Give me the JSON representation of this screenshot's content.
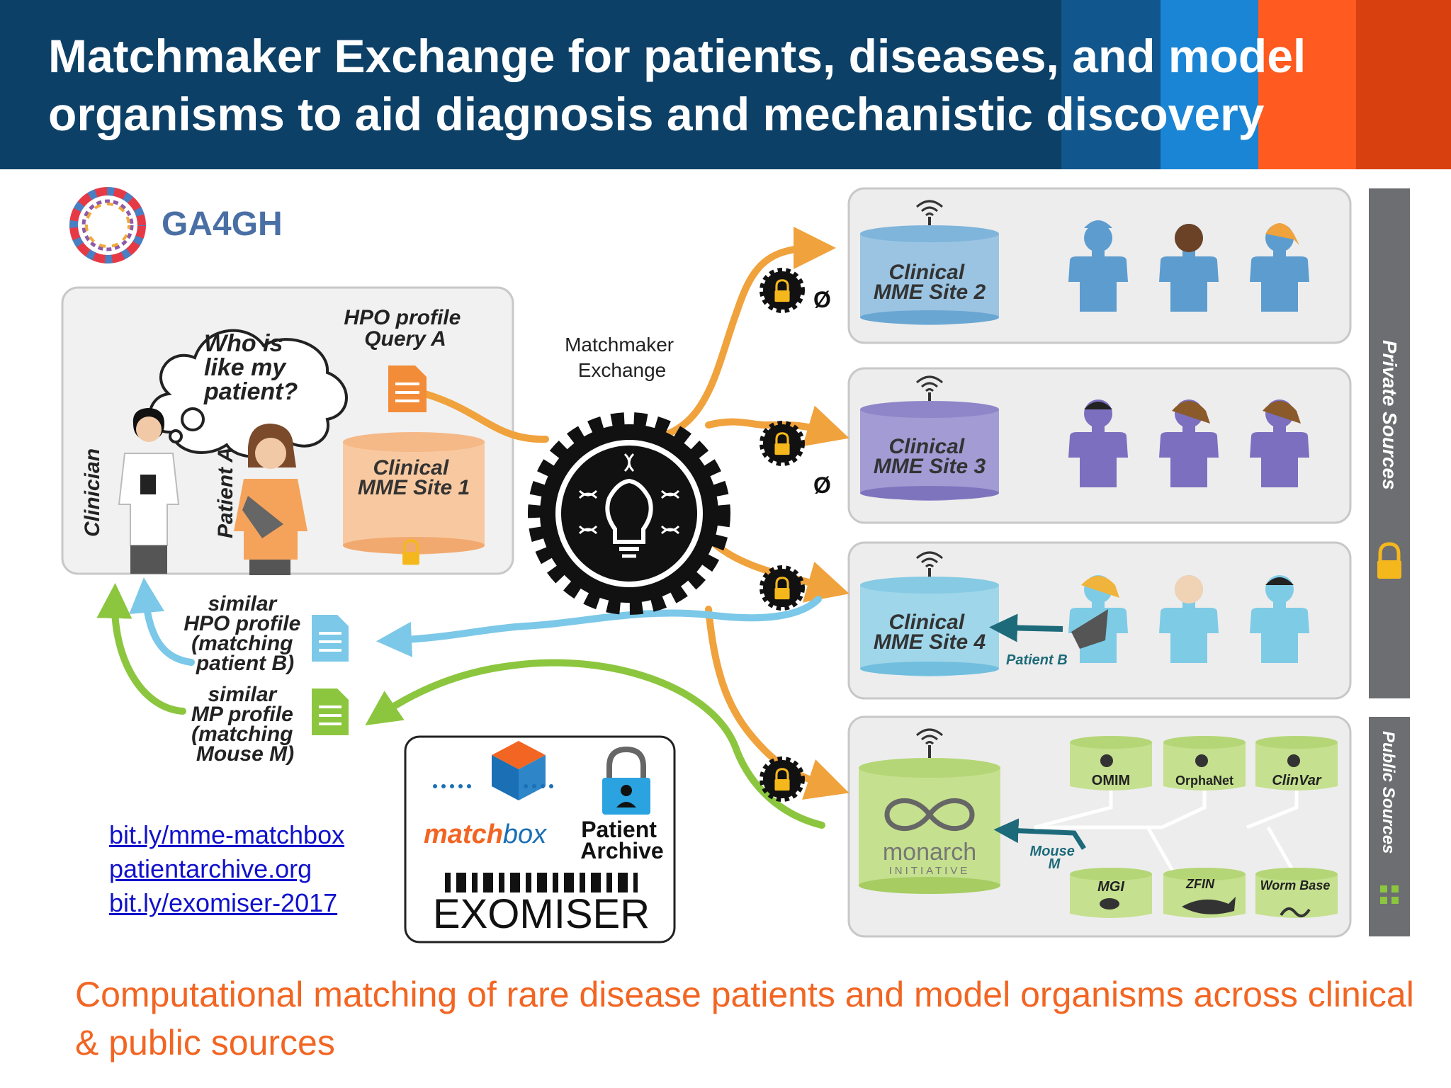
{
  "slide": {
    "title_line1": "Matchmaker Exchange for patients, diseases, and model",
    "title_line2": "organisms to aid diagnosis and mechanistic discovery",
    "caption": "Computational matching of rare disease patients and model organisms across clinical & public sources",
    "header_colors": [
      "#0d4066",
      "#11568c",
      "#1a85d4",
      "#ff5a1f",
      "#d94010"
    ]
  },
  "logos": {
    "ga4gh": "GA4GH",
    "matchbox_bold": "match",
    "matchbox_light": "box",
    "patient_archive": [
      "Patient",
      "Archive"
    ],
    "exomiser": "EXOMISER",
    "monarch": "monarch",
    "monarch_sub": "INITIATIVE"
  },
  "links": [
    "bit.ly/mme-matchbox",
    "patientarchive.org",
    "bit.ly/exomiser-2017"
  ],
  "diagram": {
    "thought_bubble": [
      "Who is",
      "like my",
      "patient?"
    ],
    "query_label": [
      "HPO profile",
      "Query A"
    ],
    "clinician_label": "Clinician",
    "patient_a_label": "Patient A",
    "site1": [
      "Clinical",
      "MME Site 1"
    ],
    "exchange_label": [
      "Matchmaker",
      "Exchange"
    ],
    "similar_hpo": [
      "similar",
      "HPO profile",
      "(matching",
      "patient B)"
    ],
    "similar_mp": [
      "similar",
      "MP profile",
      "(matching",
      "Mouse M)"
    ],
    "site2": [
      "Clinical",
      "MME Site 2"
    ],
    "site3": [
      "Clinical",
      "MME Site 3"
    ],
    "site4": [
      "Clinical",
      "MME Site 4"
    ],
    "patient_b_label": "Patient B",
    "mouse_label": [
      "Mouse",
      "M"
    ],
    "public_dbs_top": [
      "OMIM",
      "OrphaNet",
      "ClinVar"
    ],
    "public_dbs_bottom": [
      "MGI",
      "ZFIN",
      "Worm Base"
    ],
    "private_sources_label": "Private Sources",
    "public_sources_label": "Public Sources",
    "null_symbol": "Ø"
  },
  "colors": {
    "orange_arrow": "#f0a23c",
    "blue_arrow": "#7cc8e8",
    "green_arrow": "#8cc63f",
    "site2_db": "#9bc4e2",
    "site3_db": "#a29bd4",
    "site4_db": "#9fd6ea",
    "public_db": "#c5e08e",
    "side_bar": "#6d6e71"
  }
}
